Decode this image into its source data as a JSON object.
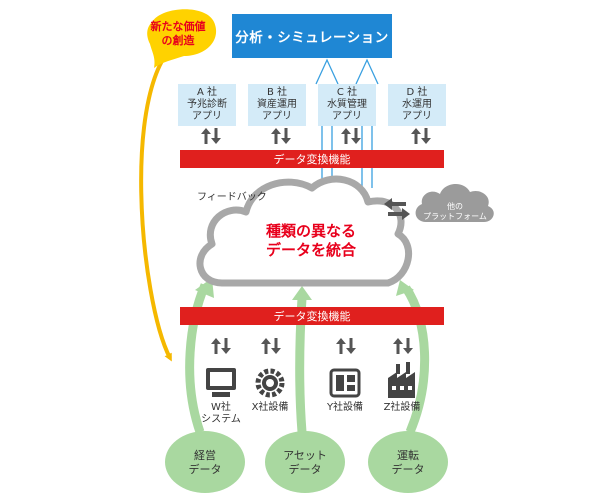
{
  "callout": {
    "line1": "新たな価値",
    "line2": "の創造"
  },
  "top_box": {
    "label": "分析・シミュレーション"
  },
  "apps": [
    {
      "line1": "A 社",
      "line2": "予兆診断",
      "line3": "アプリ"
    },
    {
      "line1": "B 社",
      "line2": "資産運用",
      "line3": "アプリ"
    },
    {
      "line1": "C 社",
      "line2": "水質管理",
      "line3": "アプリ"
    },
    {
      "line1": "D 社",
      "line2": "水運用",
      "line3": "アプリ"
    }
  ],
  "bands": {
    "upper": "データ変換機能",
    "lower": "データ変換機能"
  },
  "feedback": "フィードバック",
  "platform": {
    "line1": "他の",
    "line2": "プラットフォーム"
  },
  "cloud": {
    "line1": "種類の異なる",
    "line2": "データを統合"
  },
  "devices": [
    {
      "icon": "monitor-icon",
      "line1": "W社",
      "line2": "システム"
    },
    {
      "icon": "gear-icon",
      "line1": "X社設備",
      "line2": ""
    },
    {
      "icon": "panel-icon",
      "line1": "Y社設備",
      "line2": ""
    },
    {
      "icon": "factory-icon",
      "line1": "Z社設備",
      "line2": ""
    }
  ],
  "sources": [
    {
      "line1": "経営",
      "line2": "データ"
    },
    {
      "line1": "アセット",
      "line2": "データ"
    },
    {
      "line1": "運転",
      "line2": "データ"
    }
  ],
  "colors": {
    "accent_blue": "#1f87d4",
    "app_box": "#d4ebf8",
    "band_red": "#e0201e",
    "callout_yellow": "#ffd200",
    "arrow_yellow": "#f5b800",
    "cloud_gray": "#a8a8a8",
    "source_green": "#a9d8a0",
    "text_red": "#e8001c"
  }
}
